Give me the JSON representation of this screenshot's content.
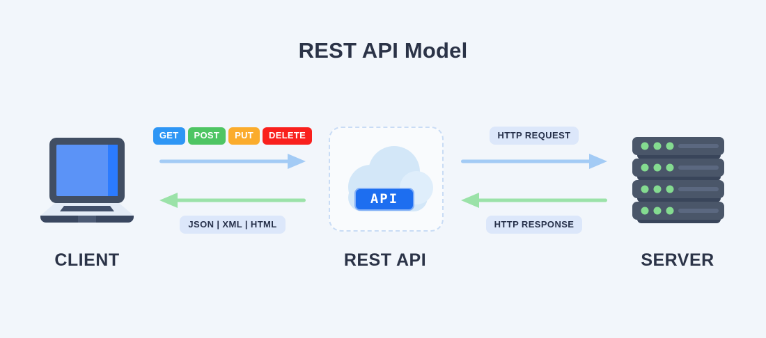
{
  "title": "REST API Model",
  "nodes": {
    "client": {
      "label": "CLIENT"
    },
    "rest_api": {
      "label": "REST API",
      "badge_text": "API"
    },
    "server": {
      "label": "SERVER"
    }
  },
  "client_channel": {
    "methods": [
      {
        "label": "GET",
        "color": "#2e96f5"
      },
      {
        "label": "POST",
        "color": "#4ec563"
      },
      {
        "label": "PUT",
        "color": "#fbac2c"
      },
      {
        "label": "DELETE",
        "color": "#f9201d"
      }
    ],
    "formats_label": "JSON | XML | HTML"
  },
  "server_channel": {
    "request_label": "HTTP REQUEST",
    "response_label": "HTTP RESPONSE"
  },
  "colors": {
    "background": "#f2f6fb",
    "heading_text": "#2b3347",
    "request_arrow": "#a3cbf5",
    "response_arrow": "#9be2a8",
    "label_pill_bg": "#dce7fa",
    "api_badge_bg": "#1d6ef0",
    "cloud": "#d3e7f8",
    "cloud_light": "#dfeefb",
    "server_led": "#84db90"
  }
}
